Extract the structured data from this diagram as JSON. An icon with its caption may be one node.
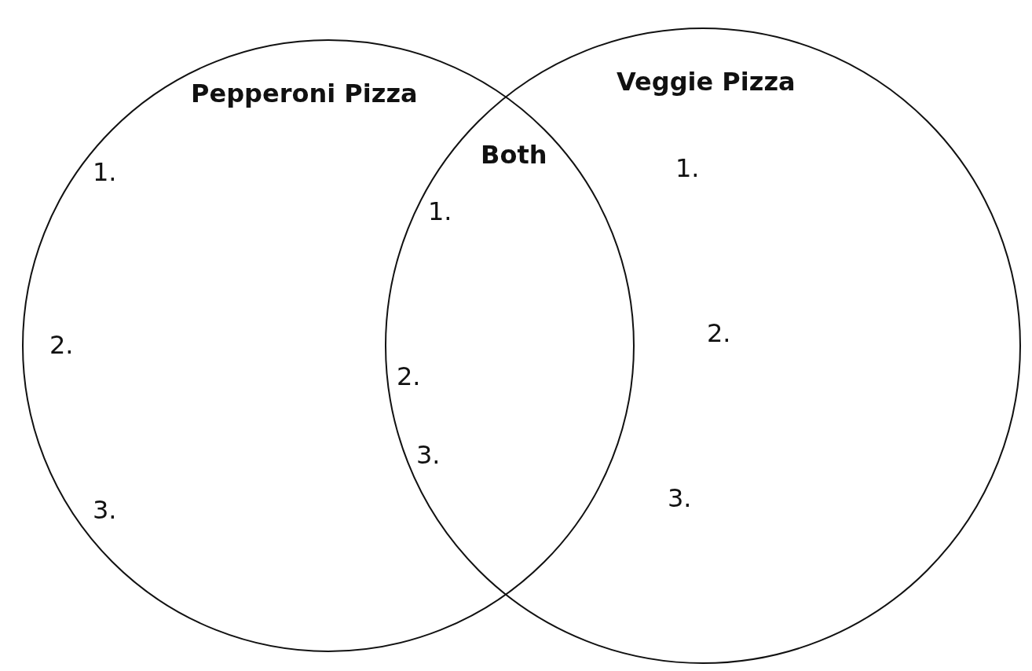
{
  "diagram": {
    "nodes": [
      {
        "text": [
          "Pepperoni Pizza",
          "1.",
          "2.",
          "3."
        ]
      },
      {
        "text": [
          "Veggie Pizza",
          "1.",
          "2.",
          "3."
        ]
      }
    ],
    "labels": [
      "Both",
      "1.",
      "2.",
      "3."
    ]
  }
}
